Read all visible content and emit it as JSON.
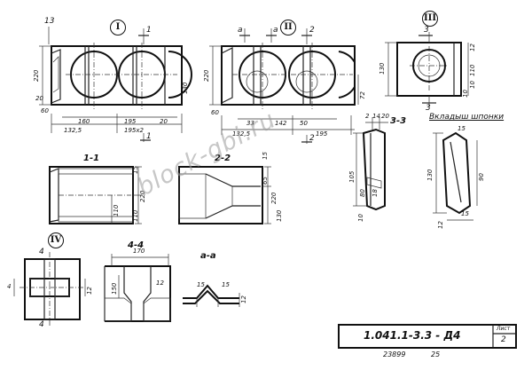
{
  "callouts": {
    "view1": "I",
    "view2": "II",
    "view3": "III",
    "view4": "IV"
  },
  "sections": {
    "s11": "1-1",
    "s22": "2-2",
    "s33": "3-3",
    "s44": "4-4",
    "saa": "а-а",
    "insert": "Вкладыш шпонки"
  },
  "cut_marks": {
    "a_left": "а",
    "a_right": "а",
    "n1_top": "1",
    "n1_bottom": "1",
    "n2_top": "2",
    "n2_bottom": "2",
    "n3_top": "3",
    "n3_bottom": "3",
    "n4_top": "4",
    "n4_bottom": "4",
    "top_left_13": "13"
  },
  "dims_view1": {
    "height": "220",
    "d1": "60",
    "d2": "20",
    "d3": "160",
    "d4": "195",
    "d5": "20",
    "d6": "130",
    "w1": "132,5",
    "w2": "195x2"
  },
  "dims_view2": {
    "height": "220",
    "d1": "60",
    "d2": "33",
    "d3": "142",
    "d4": "50",
    "d5": "72",
    "w1": "132,5",
    "w2": "195"
  },
  "dims_view3": {
    "h": "130",
    "d1": "12",
    "d2": "110",
    "d3": "10",
    "d4": "10"
  },
  "dims_s11": {
    "d1": "15",
    "d2": "110",
    "d3": "220",
    "d4": "110"
  },
  "dims_s22": {
    "d1": "15",
    "d2": "65",
    "d3": "220",
    "d4": "130"
  },
  "dims_s33": {
    "top1": "2",
    "top2": "14",
    "top3": "20",
    "d1": "105",
    "d2": "80",
    "d3": "18",
    "d4": "10"
  },
  "dims_insert": {
    "d1": "15",
    "h": "130",
    "d2": "90",
    "d3": "12",
    "d4": "15"
  },
  "dims_s44": {
    "w": "170",
    "d1": "150",
    "d2": "12"
  },
  "dims_saa": {
    "d1": "15",
    "d2": "15",
    "d3": "12"
  },
  "dims_view4": {
    "d1": "4",
    "d2": "12"
  },
  "title_block": {
    "code": "1.041.1-3.3 - Д4",
    "sheet_label": "Лист",
    "sheet_no": "2"
  },
  "footer": {
    "inv": "23899",
    "page": "25"
  },
  "watermark": "block-gbi.ru"
}
